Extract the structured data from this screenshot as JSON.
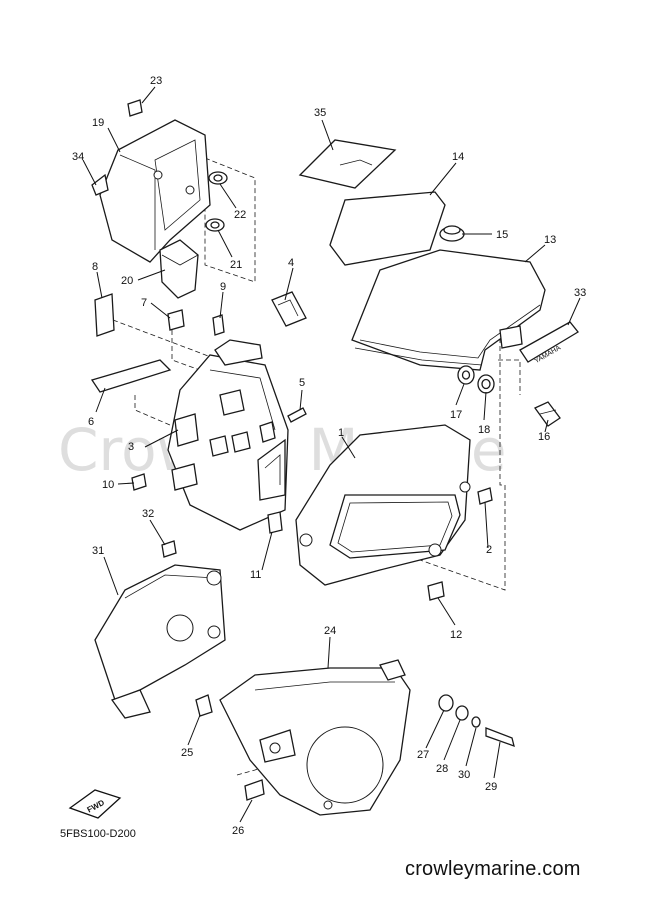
{
  "watermark": "Crowley Marine",
  "diagram_code": "5FBS100-D200",
  "site_url": "crowleymarine.com",
  "fwd_label": "FWD",
  "emblem_text": "YAMAHA",
  "callouts": [
    "1",
    "2",
    "3",
    "4",
    "5",
    "6",
    "7",
    "8",
    "9",
    "10",
    "11",
    "12",
    "13",
    "14",
    "15",
    "16",
    "17",
    "18",
    "19",
    "20",
    "21",
    "22",
    "23",
    "24",
    "25",
    "26",
    "27",
    "28",
    "29",
    "30",
    "31",
    "32",
    "33",
    "34",
    "35"
  ]
}
